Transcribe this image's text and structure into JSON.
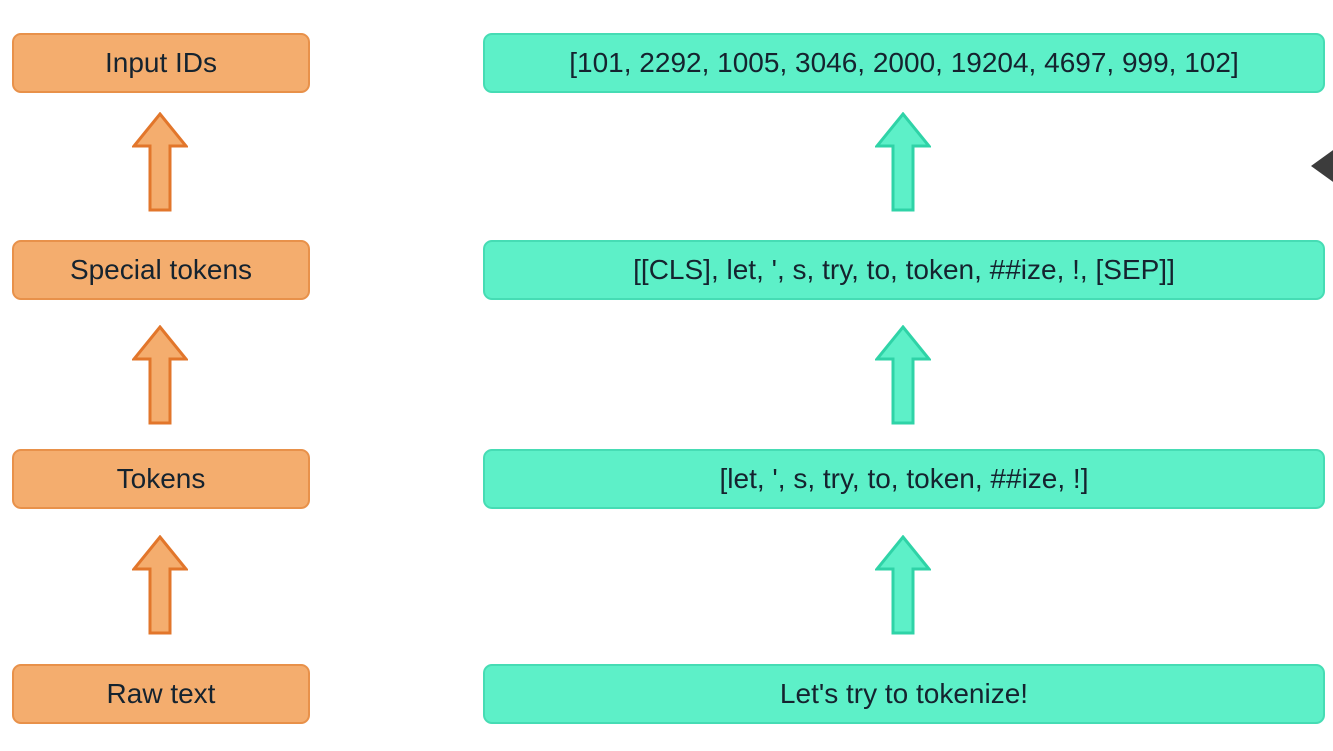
{
  "diagram": {
    "title": "tokenization-pipeline",
    "stages": [
      {
        "label": "Raw text",
        "value": "Let's try to tokenize!"
      },
      {
        "label": "Tokens",
        "value": "[let, ', s, try, to, token, ##ize, !]"
      },
      {
        "label": "Special tokens",
        "value": "[[CLS], let, ', s, try, to, token, ##ize, !, [SEP]]"
      },
      {
        "label": "Input IDs",
        "value": "[101, 2292, 1005, 3046, 2000, 19204, 4697, 999, 102]"
      }
    ]
  },
  "colors": {
    "label_box_fill": "#f4ad6e",
    "label_box_border": "#e8914a",
    "value_box_fill": "#5df0c8",
    "value_box_border": "#46dcb4",
    "arrow_orange_fill": "#f4ad6e",
    "arrow_orange_stroke": "#e2762b",
    "arrow_teal_fill": "#5df0c8",
    "arrow_teal_stroke": "#2fd3a7",
    "text": "#15232f",
    "cursor": "#3c3c3c"
  }
}
